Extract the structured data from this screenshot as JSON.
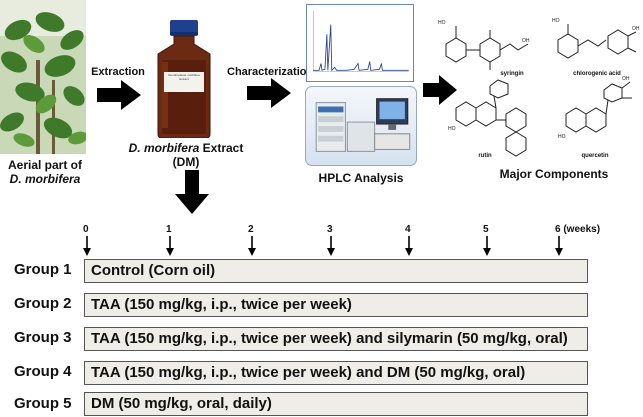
{
  "top": {
    "plant_caption_line1": "Aerial part of",
    "plant_caption_line2": "D. morbifera",
    "step1_label": "Extraction",
    "bottle_label_text": "Dendropanax morbifera Extract",
    "extract_caption_italic": "D. morbifera",
    "extract_caption_rest": " Extract",
    "extract_caption_line2": "(DM)",
    "step2_label": "Characterization",
    "hplc_caption": "HPLC Analysis",
    "components_caption": "Major Components",
    "compounds": [
      "syringin",
      "chlorogenic acid",
      "rutin",
      "quercetin"
    ]
  },
  "timeline": {
    "weeks": [
      "0",
      "1",
      "2",
      "3",
      "4",
      "5",
      "6 (weeks)"
    ]
  },
  "groups": [
    {
      "label": "Group 1",
      "treatment": "Control (Corn oil)"
    },
    {
      "label": "Group 2",
      "treatment": "TAA (150 mg/kg, i.p., twice per week)"
    },
    {
      "label": "Group 3",
      "treatment": "TAA (150 mg/kg, i.p., twice per week) and silymarin (50 mg/kg, oral)"
    },
    {
      "label": "Group 4",
      "treatment": "TAA (150 mg/kg, i.p., twice per week) and DM (50 mg/kg, oral)"
    },
    {
      "label": "Group 5",
      "treatment": "DM (50 mg/kg, oral, daily)"
    }
  ],
  "colors": {
    "arrow": "#000000",
    "box_fill": "#efede8",
    "extract_liquid": "#5a1f0c",
    "bottle_cap": "#1f3f8f",
    "chrom_frame": "#6a86b6"
  }
}
